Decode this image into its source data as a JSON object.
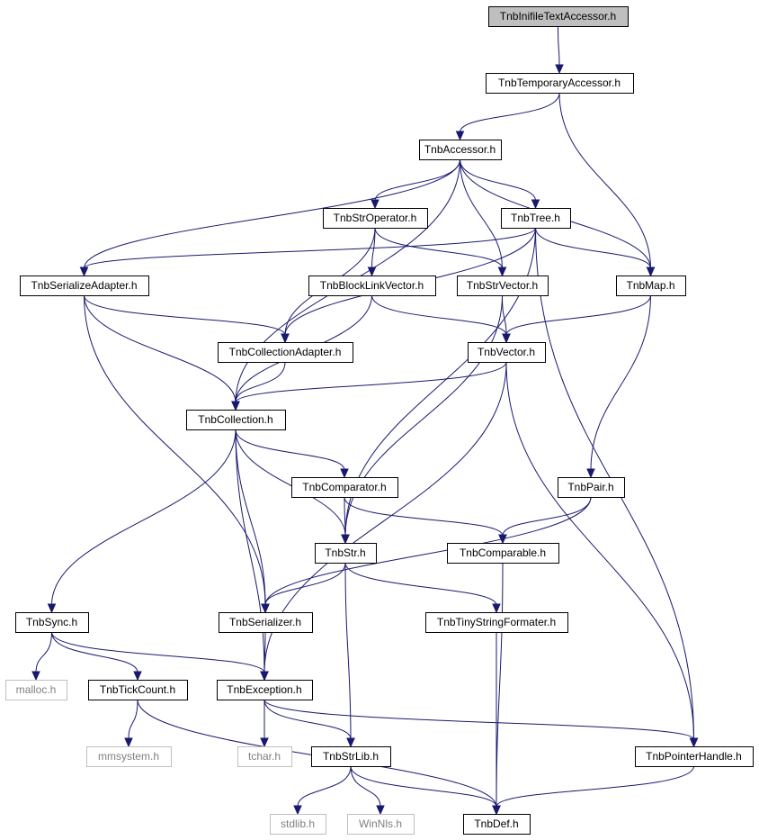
{
  "diagram": {
    "colors": {
      "edge": "#191970",
      "node_border": "#000000",
      "external_border": "#bfbfbf",
      "root_fill": "#bfbfbf",
      "external_text": "#7f7f7f"
    },
    "nodes": [
      {
        "id": "inifile",
        "label": "TnbInifileTextAccessor.h",
        "kind": "root"
      },
      {
        "id": "temporary",
        "label": "TnbTemporaryAccessor.h",
        "kind": "file"
      },
      {
        "id": "accessor",
        "label": "TnbAccessor.h",
        "kind": "file"
      },
      {
        "id": "stroperator",
        "label": "TnbStrOperator.h",
        "kind": "file"
      },
      {
        "id": "tree",
        "label": "TnbTree.h",
        "kind": "file"
      },
      {
        "id": "serializeadapter",
        "label": "TnbSerializeAdapter.h",
        "kind": "file"
      },
      {
        "id": "blocklinkvector",
        "label": "TnbBlockLinkVector.h",
        "kind": "file"
      },
      {
        "id": "strvector",
        "label": "TnbStrVector.h",
        "kind": "file"
      },
      {
        "id": "map",
        "label": "TnbMap.h",
        "kind": "file"
      },
      {
        "id": "collectionadapter",
        "label": "TnbCollectionAdapter.h",
        "kind": "file"
      },
      {
        "id": "vector",
        "label": "TnbVector.h",
        "kind": "file"
      },
      {
        "id": "collection",
        "label": "TnbCollection.h",
        "kind": "file"
      },
      {
        "id": "comparator",
        "label": "TnbComparator.h",
        "kind": "file"
      },
      {
        "id": "pair",
        "label": "TnbPair.h",
        "kind": "file"
      },
      {
        "id": "str",
        "label": "TnbStr.h",
        "kind": "file"
      },
      {
        "id": "comparable",
        "label": "TnbComparable.h",
        "kind": "file"
      },
      {
        "id": "sync",
        "label": "TnbSync.h",
        "kind": "file"
      },
      {
        "id": "serializer",
        "label": "TnbSerializer.h",
        "kind": "file"
      },
      {
        "id": "tinystring",
        "label": "TnbTinyStringFormater.h",
        "kind": "file"
      },
      {
        "id": "malloc",
        "label": "malloc.h",
        "kind": "external"
      },
      {
        "id": "tickcount",
        "label": "TnbTickCount.h",
        "kind": "file"
      },
      {
        "id": "exception",
        "label": "TnbException.h",
        "kind": "file"
      },
      {
        "id": "mmsystem",
        "label": "mmsystem.h",
        "kind": "external"
      },
      {
        "id": "tchar",
        "label": "tchar.h",
        "kind": "external"
      },
      {
        "id": "strlib",
        "label": "TnbStrLib.h",
        "kind": "file"
      },
      {
        "id": "pointerhandle",
        "label": "TnbPointerHandle.h",
        "kind": "file"
      },
      {
        "id": "stdlib",
        "label": "stdlib.h",
        "kind": "external"
      },
      {
        "id": "winnls",
        "label": "WinNls.h",
        "kind": "external"
      },
      {
        "id": "def",
        "label": "TnbDef.h",
        "kind": "file"
      }
    ],
    "edges": [
      [
        "inifile",
        "temporary"
      ],
      [
        "temporary",
        "accessor"
      ],
      [
        "temporary",
        "map"
      ],
      [
        "accessor",
        "serializeadapter"
      ],
      [
        "accessor",
        "collection"
      ],
      [
        "accessor",
        "stroperator"
      ],
      [
        "accessor",
        "strvector"
      ],
      [
        "accessor",
        "tree"
      ],
      [
        "accessor",
        "map"
      ],
      [
        "stroperator",
        "collectionadapter"
      ],
      [
        "stroperator",
        "blocklinkvector"
      ],
      [
        "stroperator",
        "strvector"
      ],
      [
        "tree",
        "serializeadapter"
      ],
      [
        "tree",
        "collectionadapter"
      ],
      [
        "tree",
        "map"
      ],
      [
        "tree",
        "str"
      ],
      [
        "tree",
        "pointerhandle"
      ],
      [
        "serializeadapter",
        "collectionadapter"
      ],
      [
        "serializeadapter",
        "collection"
      ],
      [
        "serializeadapter",
        "serializer"
      ],
      [
        "blocklinkvector",
        "vector"
      ],
      [
        "blocklinkvector",
        "collection"
      ],
      [
        "strvector",
        "vector"
      ],
      [
        "strvector",
        "str"
      ],
      [
        "map",
        "vector"
      ],
      [
        "map",
        "pair"
      ],
      [
        "collectionadapter",
        "collection"
      ],
      [
        "vector",
        "collection"
      ],
      [
        "vector",
        "exception"
      ],
      [
        "vector",
        "pointerhandle"
      ],
      [
        "collection",
        "sync"
      ],
      [
        "collection",
        "comparator"
      ],
      [
        "collection",
        "str"
      ],
      [
        "collection",
        "serializer"
      ],
      [
        "collection",
        "exception"
      ],
      [
        "comparator",
        "str"
      ],
      [
        "comparator",
        "comparable"
      ],
      [
        "pair",
        "comparable"
      ],
      [
        "pair",
        "serializer"
      ],
      [
        "str",
        "serializer"
      ],
      [
        "str",
        "tinystring"
      ],
      [
        "str",
        "strlib"
      ],
      [
        "comparable",
        "def"
      ],
      [
        "sync",
        "malloc"
      ],
      [
        "sync",
        "tickcount"
      ],
      [
        "sync",
        "exception"
      ],
      [
        "serializer",
        "exception"
      ],
      [
        "tinystring",
        "def"
      ],
      [
        "tickcount",
        "mmsystem"
      ],
      [
        "tickcount",
        "def"
      ],
      [
        "exception",
        "tchar"
      ],
      [
        "exception",
        "strlib"
      ],
      [
        "exception",
        "pointerhandle"
      ],
      [
        "strlib",
        "stdlib"
      ],
      [
        "strlib",
        "winnls"
      ],
      [
        "strlib",
        "def"
      ],
      [
        "pointerhandle",
        "def"
      ]
    ]
  }
}
